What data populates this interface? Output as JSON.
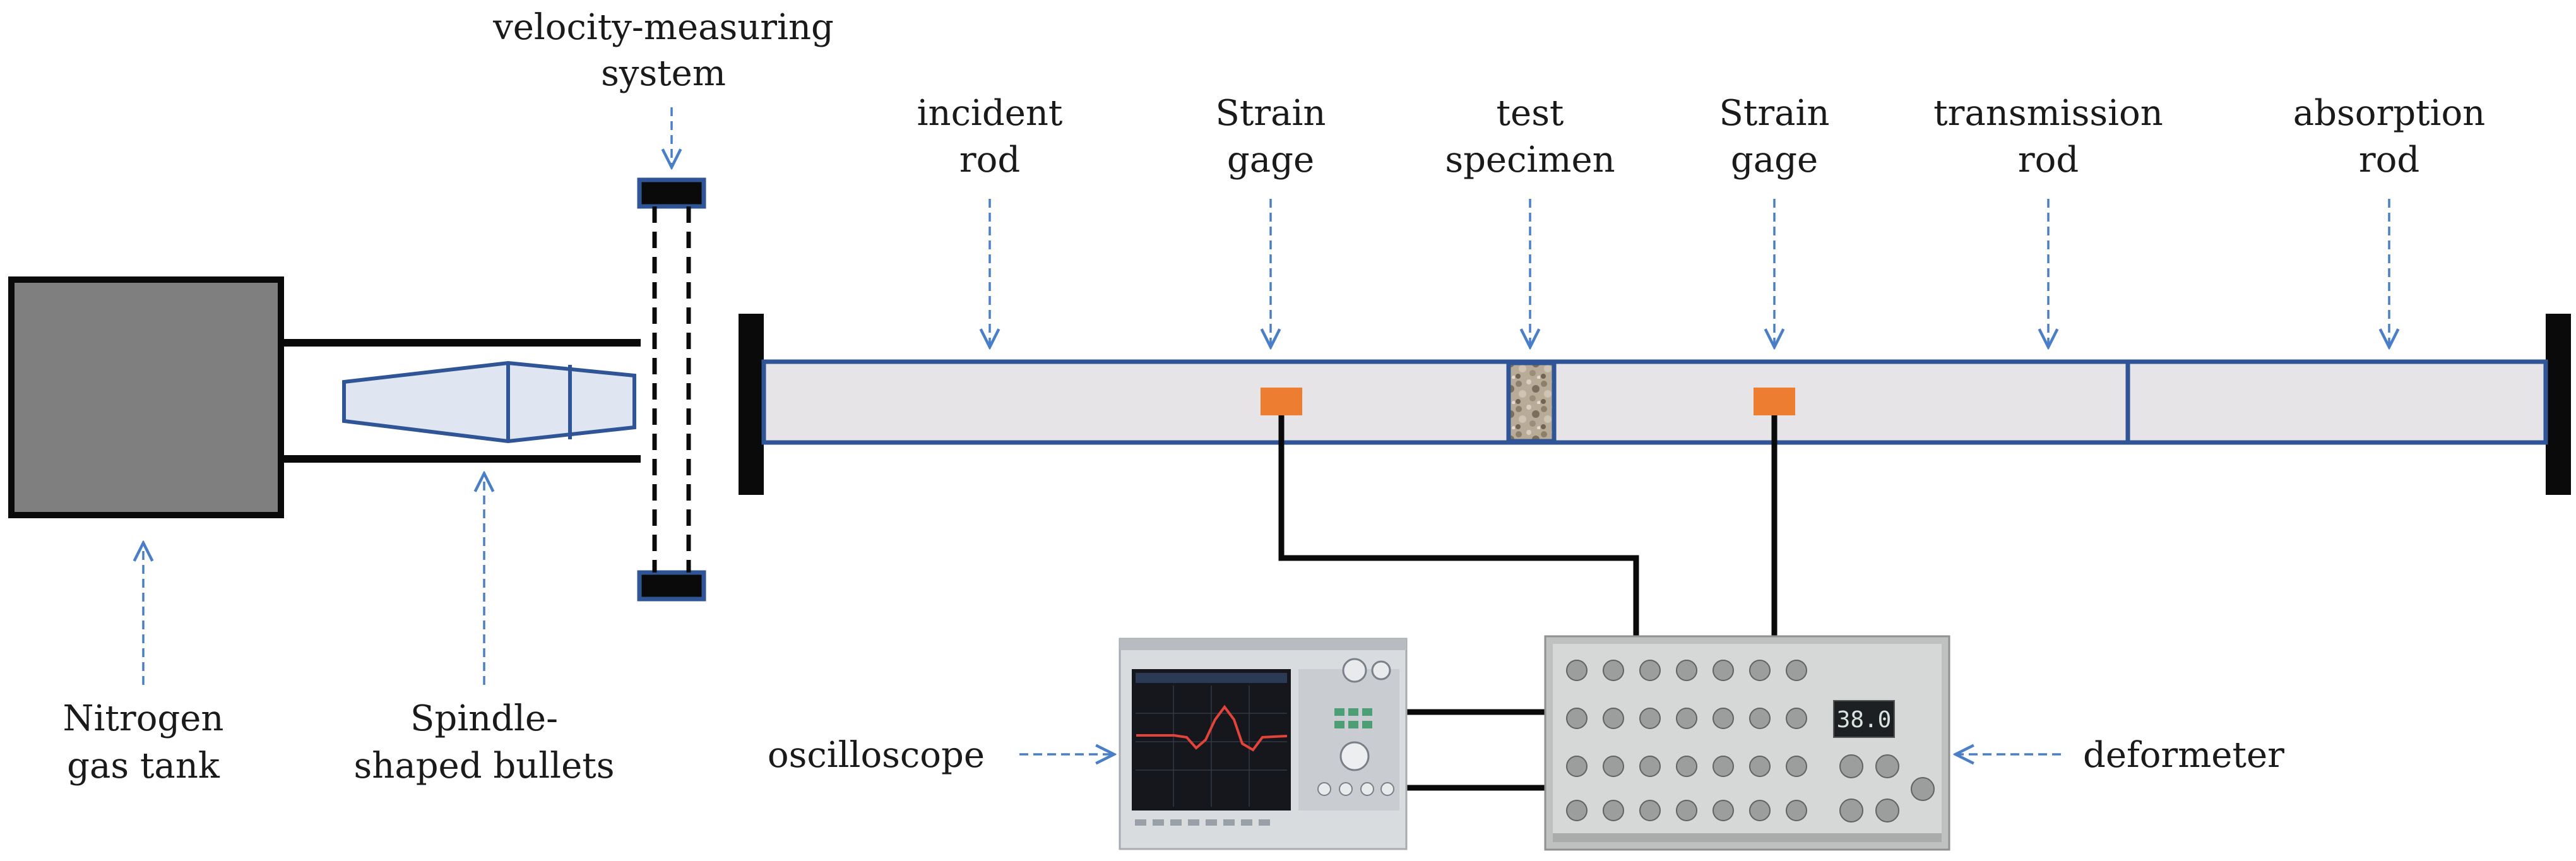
{
  "labels": {
    "velocity_line1": "velocity-measuring",
    "velocity_line2": "system",
    "incident_line1": "incident",
    "incident_line2": "rod",
    "strain1_line1": "Strain",
    "strain1_line2": "gage",
    "specimen_line1": "test",
    "specimen_line2": "specimen",
    "strain2_line1": "Strain",
    "strain2_line2": "gage",
    "transmission_line1": "transmission",
    "transmission_line2": "rod",
    "absorption_line1": "absorption",
    "absorption_line2": "rod",
    "nitrogen_line1": "Nitrogen",
    "nitrogen_line2": "gas tank",
    "bullets_line1": "Spindle-",
    "bullets_line2": "shaped bullets",
    "oscilloscope": "oscilloscope",
    "deformeter": "deformeter",
    "deformeter_display": "38.0"
  },
  "colors": {
    "arrow": "#4a7fc8",
    "rod_fill": "#e6e4e6",
    "rod_border": "#2f5597",
    "tank_fill": "#7f7f7f",
    "gage": "#ed7d31",
    "dark": "#0a0a0a",
    "bullet_fill": "#dfe6f1"
  },
  "icons": {
    "oscilloscope": "oscilloscope-photo",
    "deformeter": "deformeter-photo"
  }
}
